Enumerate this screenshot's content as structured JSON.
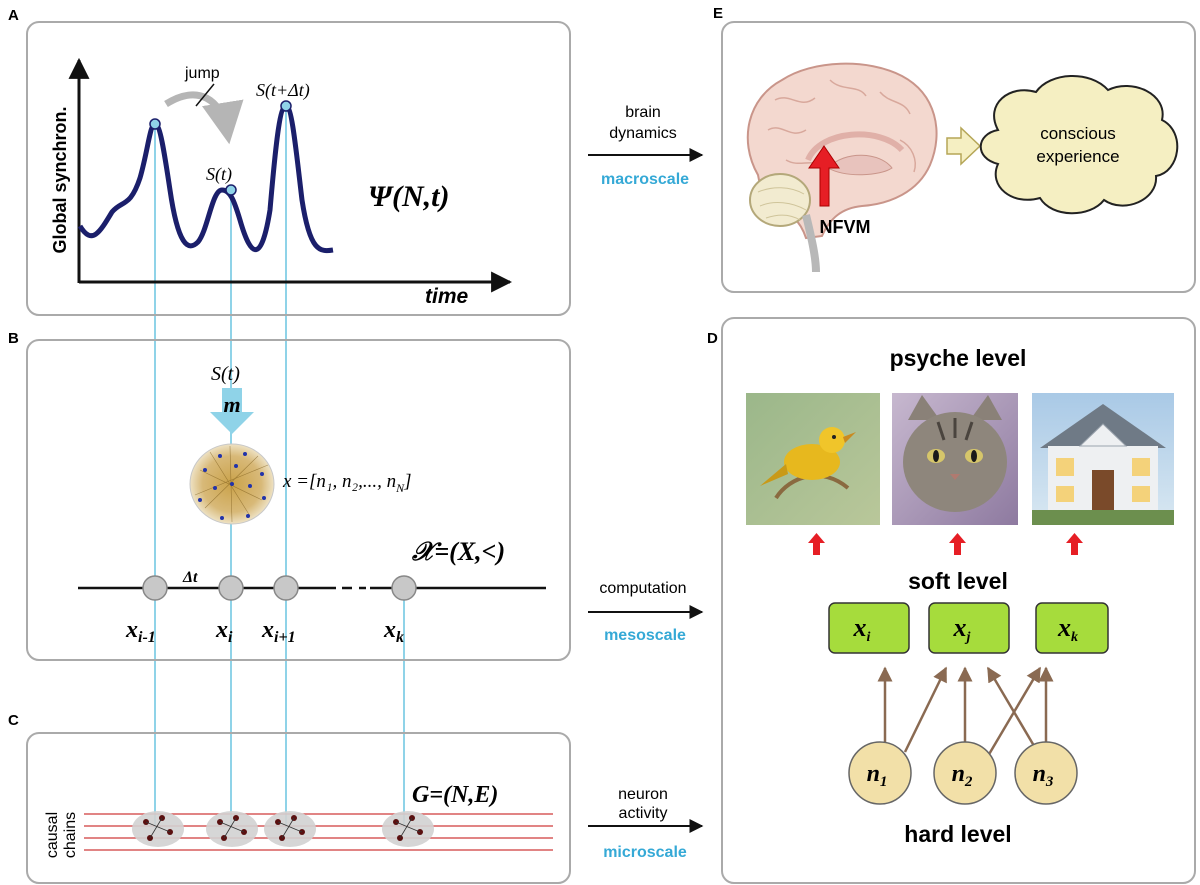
{
  "panels": {
    "a": {
      "letter": "A",
      "axis_y": "Global synchron.",
      "axis_x": "time",
      "jump": "jump",
      "s_t": "S(t)",
      "s_tdt": "S(t+Δt)",
      "psi": "Ψ(N,t)"
    },
    "b": {
      "letter": "B",
      "s_t": "S(t)",
      "m": "m",
      "x_def": "x =[n₁, n₂,..., n",
      "x_def_sub": "N",
      "x_def_end": "]",
      "chi": "𝒳=(X,<)",
      "dt": "Δt",
      "nodes": [
        {
          "base": "x",
          "sub": "i-1"
        },
        {
          "base": "x",
          "sub": "i"
        },
        {
          "base": "x",
          "sub": "i+1"
        },
        {
          "base": "x",
          "sub": "k"
        }
      ]
    },
    "c": {
      "letter": "C",
      "causal": "causal",
      "chains": "chains",
      "graph": "G=(N,E)"
    },
    "d": {
      "letter": "D",
      "psyche": "psyche level",
      "soft": "soft level",
      "hard": "hard level",
      "soft_nodes": [
        {
          "base": "x",
          "sub": "i"
        },
        {
          "base": "x",
          "sub": "j"
        },
        {
          "base": "x",
          "sub": "k"
        }
      ],
      "hard_nodes": [
        {
          "base": "n",
          "sub": "1"
        },
        {
          "base": "n",
          "sub": "2"
        },
        {
          "base": "n",
          "sub": "3"
        }
      ]
    },
    "e": {
      "letter": "E",
      "nfvm": "NFVM",
      "conscious_1": "conscious",
      "conscious_2": "experience"
    }
  },
  "arrows": {
    "macro": {
      "line1": "brain",
      "line2": "dynamics",
      "scale": "macroscale"
    },
    "meso": {
      "line1": "computation",
      "scale": "mesoscale"
    },
    "micro": {
      "line1": "neuron",
      "line2": "activity",
      "scale": "microscale"
    }
  },
  "colors": {
    "accent_blue": "#35a9d6",
    "curve": "#1b1f6b",
    "link_line": "#8fd3e8",
    "soft_box": "#a6dc3c",
    "hard_node": "#f2e0a8",
    "red": "#e61e25"
  }
}
